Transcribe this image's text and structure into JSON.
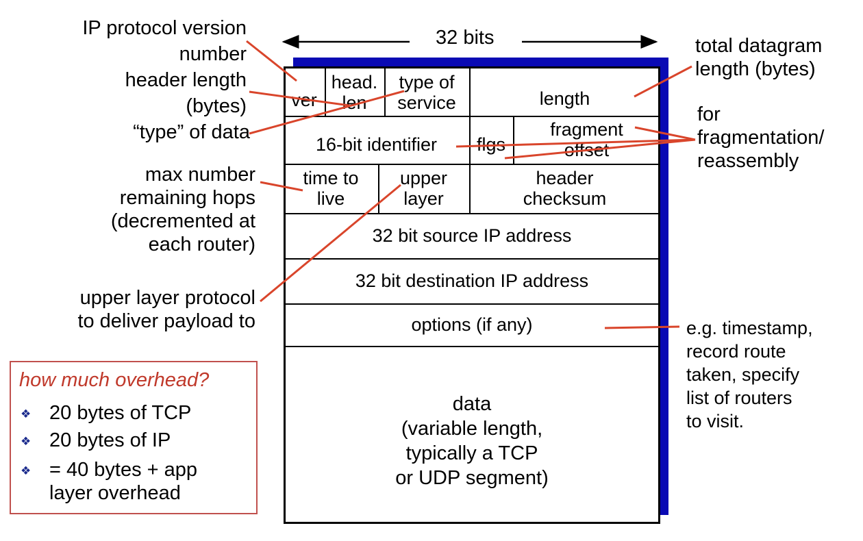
{
  "width_label": "32 bits",
  "rows": {
    "r1": {
      "ver": "ver",
      "head": "head.",
      "len": "len",
      "tos_line1": "type of",
      "tos_line2": "service",
      "length": "length"
    },
    "r2": {
      "identifier": "16-bit identifier",
      "flags": "flgs",
      "frag_line1": "fragment",
      "frag_line2": "offset"
    },
    "r3": {
      "ttl_line1": "time to",
      "ttl_line2": "live",
      "upper_line1": "upper",
      "upper_line2": "layer",
      "checksum_line1": "header",
      "checksum_line2": "checksum"
    },
    "src": "32 bit source IP address",
    "dst": "32 bit destination IP address",
    "options": "options (if any)",
    "data": [
      "data",
      "(variable length,",
      "typically a TCP",
      "or UDP segment)"
    ]
  },
  "left_labels": {
    "version": [
      "IP protocol version",
      "number"
    ],
    "header_length": [
      "header length",
      "(bytes)"
    ],
    "type": [
      "“type” of data"
    ],
    "ttl": [
      "max number",
      "remaining hops",
      "(decremented at",
      "each router)"
    ],
    "upper": [
      "upper layer protocol",
      "to deliver payload to"
    ]
  },
  "right_labels": {
    "total_length": [
      "total datagram",
      "length (bytes)"
    ],
    "fragmentation": [
      "for",
      "fragmentation/",
      "reassembly"
    ],
    "options": [
      "e.g. timestamp,",
      "record route",
      "taken, specify",
      "list of routers",
      "to visit."
    ]
  },
  "overhead": {
    "title": "how much overhead?",
    "items": [
      "20 bytes of TCP",
      "20 bytes of IP",
      "= 40 bytes + app",
      "layer overhead"
    ]
  },
  "colors": {
    "annotation_line": "#d9452b",
    "shadow": "#0a0ab4",
    "overhead_title": "#c0392b"
  }
}
